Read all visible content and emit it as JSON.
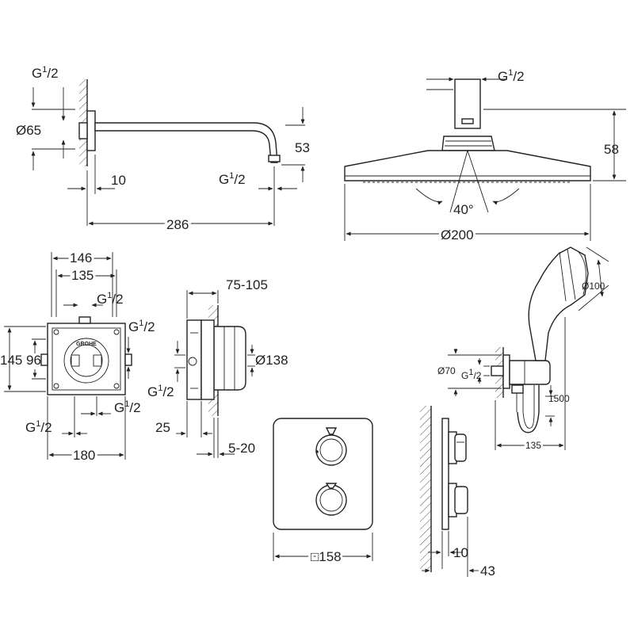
{
  "drawing": {
    "arm": {
      "thread_top": "G",
      "thread_top_sup": "1",
      "thread_top_den": "/2",
      "flange_dia": "Ø65",
      "drop": "53",
      "wall_gap": "10",
      "thread_end": "G",
      "thread_end_sup": "1",
      "thread_end_den": "/2",
      "length": "286"
    },
    "head": {
      "thread": "G",
      "thread_sup": "1",
      "thread_den": "/2",
      "height": "58",
      "angle": "40°",
      "diameter": "Ø200"
    },
    "body_front": {
      "w1": "146",
      "w2": "135",
      "thread_a": "G",
      "thread_a_sup": "1",
      "thread_a_den": "/2",
      "thread_b": "G",
      "thread_b_sup": "1",
      "thread_b_den": "/2",
      "h1": "145",
      "h2": "96",
      "thread_c": "G",
      "thread_c_sup": "1",
      "thread_c_den": "/2",
      "thread_d": "G",
      "thread_d_sup": "1",
      "thread_d_den": "/2",
      "w3": "180",
      "logo": "GROHE"
    },
    "body_side": {
      "depth_range": "75-105",
      "dia": "Ø138",
      "thread": "G",
      "thread_sup": "1",
      "thread_den": "/2",
      "offset": "25",
      "wall_range": "5-20"
    },
    "trim": {
      "size": "□158",
      "proj1": "10",
      "proj2": "43"
    },
    "hand": {
      "dia": "Ø100",
      "flange": "Ø70",
      "thread": "G",
      "thread_sup": "1",
      "thread_den": "/2",
      "hose": "1500",
      "reach": "135"
    }
  }
}
